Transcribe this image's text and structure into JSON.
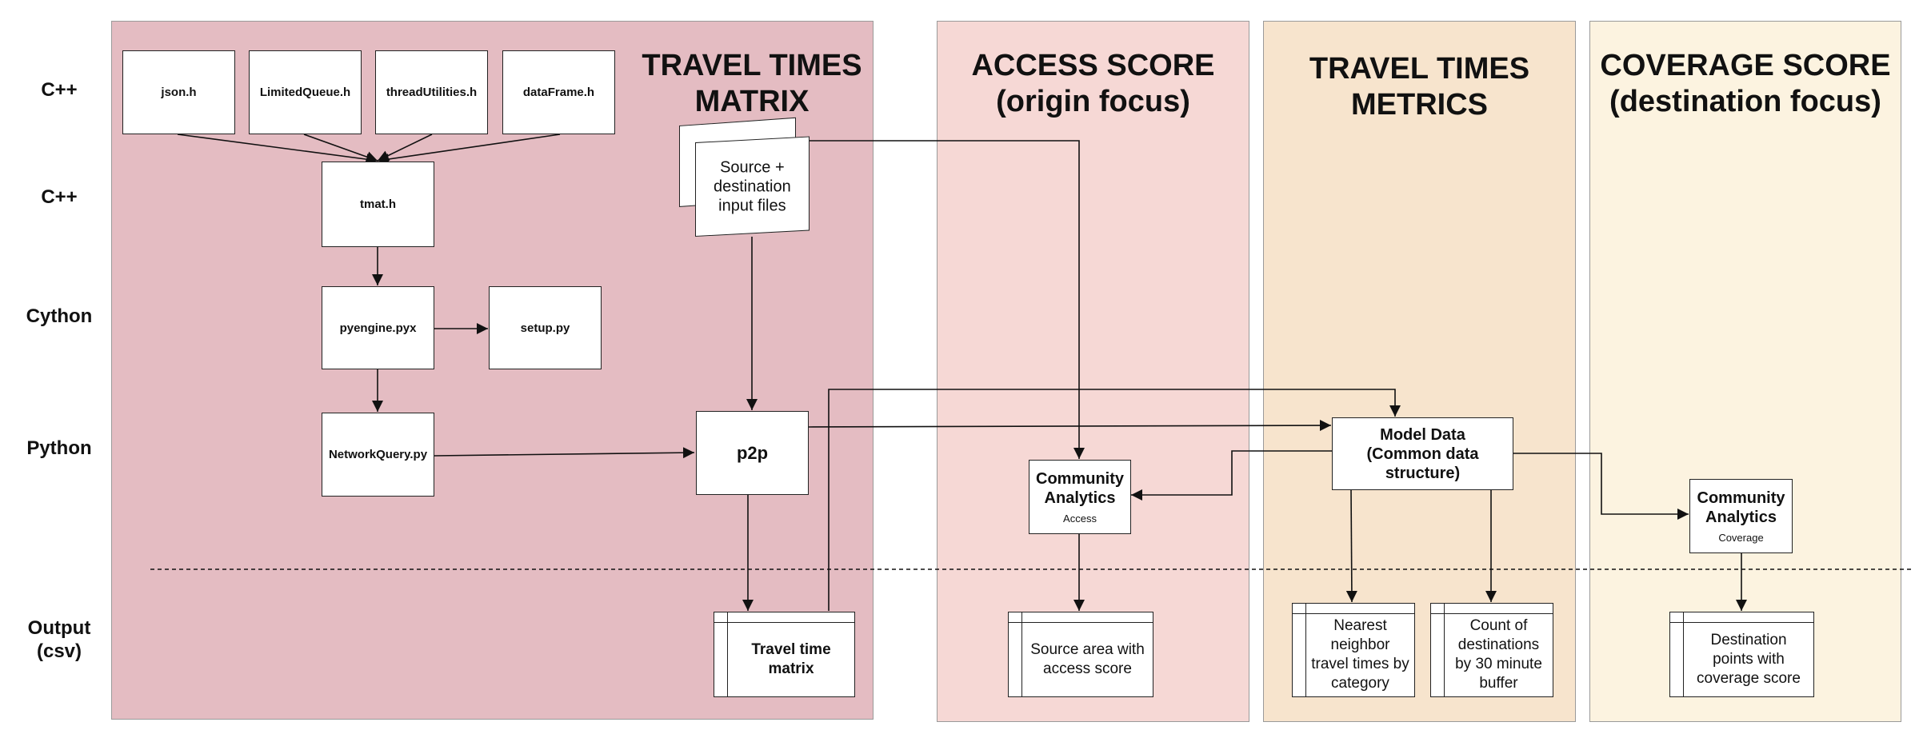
{
  "colors": {
    "panel_travel_times_matrix": "#e4bcc2",
    "panel_access_score": "#f6d8d5",
    "panel_travel_times_metrics": "#f7e4cd",
    "panel_coverage_score": "#fcf3e0",
    "node_fill": "#ffffff",
    "line": "#111111"
  },
  "panels": {
    "travel_times_matrix": {
      "title": [
        "TRAVEL TIMES",
        "MATRIX"
      ]
    },
    "access_score": {
      "title": [
        "ACCESS SCORE",
        "(origin focus)"
      ]
    },
    "travel_times_metrics": {
      "title": [
        "TRAVEL TIMES",
        "METRICS"
      ]
    },
    "coverage_score": {
      "title": [
        "COVERAGE SCORE",
        "(destination focus)"
      ]
    }
  },
  "row_labels": {
    "cpp_headers": "C++",
    "cpp_tmat": "C++",
    "cython": "Cython",
    "python": "Python",
    "output": [
      "Output",
      "(csv)"
    ]
  },
  "nodes": {
    "json_h": "json.h",
    "limitedqueue_h": "LimitedQueue.h",
    "threadutilities_h": "threadUtilities.h",
    "dataframe_h": "dataFrame.h",
    "tmat_h": "tmat.h",
    "pyengine_pyx": "pyengine.pyx",
    "setup_py": "setup.py",
    "networkquery_py": "NetworkQuery.py",
    "p2p": "p2p",
    "source_destination_files": [
      "Source  +",
      "destination",
      "input files"
    ],
    "model_data": [
      "Model Data",
      "(Common data",
      "structure)"
    ],
    "community_analytics_access": {
      "title": [
        "Community",
        "Analytics"
      ],
      "sub": "Access"
    },
    "community_analytics_coverage": {
      "title": [
        "Community",
        "Analytics"
      ],
      "sub": "Coverage"
    }
  },
  "outputs": {
    "travel_time_matrix": [
      "Travel time",
      "matrix"
    ],
    "source_area_access": [
      "Source area with",
      "access score"
    ],
    "nearest_neighbor": [
      "Nearest",
      "neighbor",
      "travel times by",
      "category"
    ],
    "count_destinations": [
      "Count of",
      "destinations",
      "by 30 minute",
      "buffer"
    ],
    "destination_points_coverage": [
      "Destination",
      "points with",
      "coverage score"
    ]
  }
}
